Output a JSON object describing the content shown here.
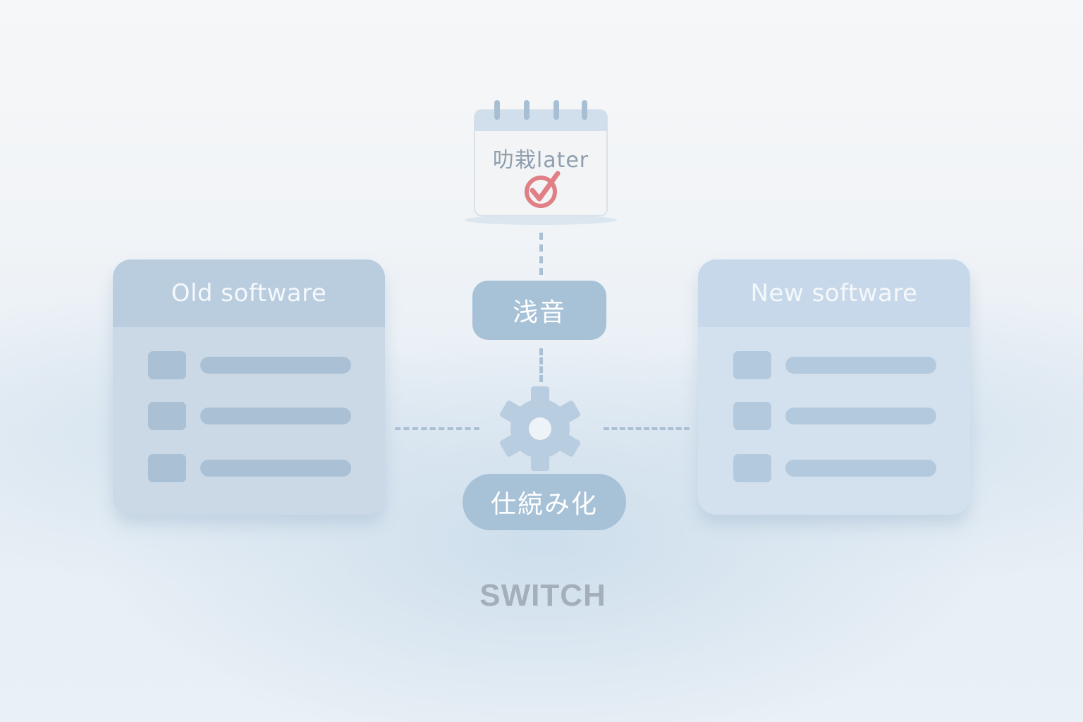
{
  "diagram": {
    "old_panel": {
      "title": "Old software",
      "rows": 3
    },
    "new_panel": {
      "title": "New software",
      "rows": 3
    },
    "calendar": {
      "label": "叻栽later",
      "icon": "calendar-check-icon"
    },
    "center_pill": {
      "label": "浅音"
    },
    "gear": {
      "icon": "gear-icon"
    },
    "lower_pill": {
      "label": "仕綂み化"
    },
    "caption": "SWITCH"
  },
  "colors": {
    "panel": "#cbd9e6",
    "panel_header": "#b9cddf",
    "pill": "#a7c1d7",
    "check": "#e07f86",
    "caption": "#a4afbb"
  }
}
